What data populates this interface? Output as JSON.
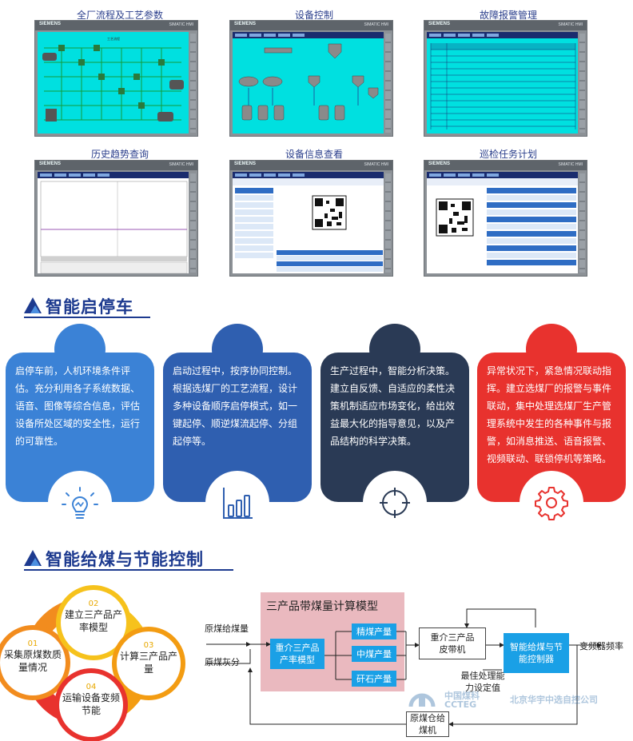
{
  "screens": [
    {
      "title": "全厂流程及工艺参数",
      "brand": "SIEMENS",
      "hmi": "SIMATIC HMI"
    },
    {
      "title": "设备控制",
      "brand": "SIEMENS",
      "hmi": "SIMATIC HMI"
    },
    {
      "title": "故障报警管理",
      "brand": "SIEMENS",
      "hmi": "SIMATIC HMI"
    },
    {
      "title": "历史趋势查询",
      "brand": "SIEMENS",
      "hmi": "SIMATIC HMI"
    },
    {
      "title": "设备信息查看",
      "brand": "SIEMENS",
      "hmi": "SIMATIC HMI"
    },
    {
      "title": "巡检任务计划",
      "brand": "SIEMENS",
      "hmi": "SIMATIC HMI"
    }
  ],
  "section1": {
    "title": "智能启停车",
    "cards": [
      {
        "text": "启停车前，人机环境条件评估。充分利用各子系统数据、语音、图像等综合信息，评估设备所处区域的安全性，运行的可靠性。",
        "icon": "lightbulb-icon",
        "color": "#3b82d6"
      },
      {
        "text": "启动过程中，按序协同控制。根据选煤厂的工艺流程，设计多种设备顺序启停模式，如一键起停、顺逆煤流起停、分组起停等。",
        "icon": "bar-chart-icon",
        "color": "#2f5fb0"
      },
      {
        "text": "生产过程中，智能分析决策。建立自反馈、自适应的柔性决策机制适应市场变化，给出效益最大化的指导意见，以及产品结构的科学决策。",
        "icon": "crosshair-icon",
        "color": "#2a3a55"
      },
      {
        "text": "异常状况下，紧急情况联动指挥。建立选煤厂的报警与事件联动，集中处理选煤厂生产管理系统中发生的各种事件与报警，如消息推送、语音报警、视频联动、联锁停机等策略。",
        "icon": "gear-icon",
        "color": "#e8322e"
      }
    ]
  },
  "section2": {
    "title": "智能给煤与节能控制",
    "steps": [
      {
        "num": "01",
        "label": "采集原煤数质量情况"
      },
      {
        "num": "02",
        "label": "建立三产品产率模型"
      },
      {
        "num": "03",
        "label": "计算三产品产量"
      },
      {
        "num": "04",
        "label": "运输设备变频节能"
      }
    ],
    "flow": {
      "model_title": "三产品带煤量计算模型",
      "input1": "原煤给煤量",
      "input2": "原煤灰分",
      "rate_model": "重介三产品产率模型",
      "out1": "精煤产量",
      "out2": "中煤产量",
      "out3": "矸石产量",
      "belt": "重介三产品皮带机",
      "controller": "智能给煤与节能控制器",
      "output": "变频器频率",
      "setpoint": "最佳处理能力设定值",
      "feeder": "原煤仓给煤机"
    },
    "watermark": {
      "logo1": "中国煤科",
      "logo2": "CCTEG",
      "company": "北京华宇中选自控公司"
    }
  }
}
